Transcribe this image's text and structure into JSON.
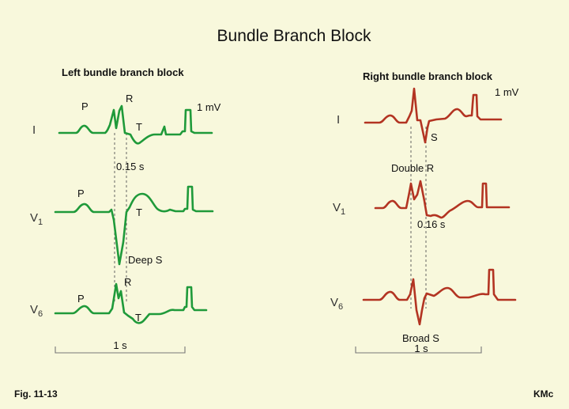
{
  "title": "Bundle Branch Block",
  "figure_label": "Fig. 11-13",
  "author": "KMc",
  "left_panel": {
    "heading": "Left bundle branch block",
    "calibration": "1 mV",
    "interval": "0.15 s",
    "scale": "1  s",
    "leads": {
      "I": "I",
      "V1_base": "V",
      "V1_sub": "1",
      "V6_base": "V",
      "V6_sub": "6"
    },
    "waves": {
      "lead_I_P": "P",
      "lead_I_R": "R",
      "lead_I_T": "T",
      "lead_V1_P": "P",
      "lead_V1_T": "T",
      "lead_V1_S": "Deep  S",
      "lead_V6_P": "P",
      "lead_V6_R": "R",
      "lead_V6_T": "T"
    },
    "trace_color": "#1f9a3a"
  },
  "right_panel": {
    "heading": "Right bundle branch block",
    "calibration": "1 mV",
    "interval": "0.16  s",
    "scale": "1  s",
    "leads": {
      "I": "I",
      "V1_base": "V",
      "V1_sub": "1",
      "V6_base": "V",
      "V6_sub": "6"
    },
    "waves": {
      "lead_I_S": "S",
      "lead_V1_R": "Double  R",
      "lead_V6_S": "Broad  S"
    },
    "trace_color": "#b33422"
  },
  "background_color": "#f8f8dc"
}
